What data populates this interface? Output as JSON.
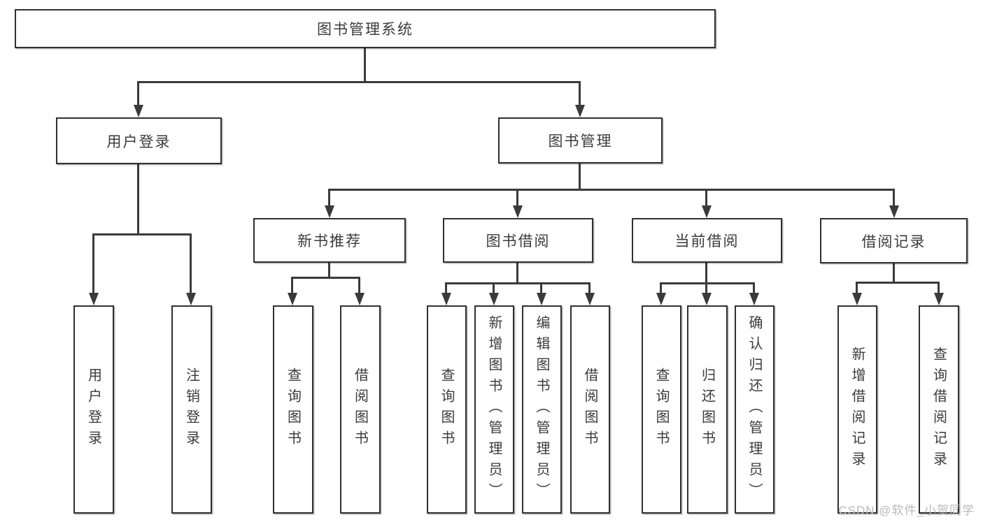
{
  "diagram": {
    "type": "tree",
    "root": {
      "label": "图书管理系统"
    },
    "level2": [
      {
        "label": "用户登录",
        "children_labels": [
          "用户登录",
          "注销登录"
        ]
      },
      {
        "label": "图书管理",
        "children_labels": [
          "新书推荐",
          "图书借阅",
          "当前借阅",
          "借阅记录"
        ]
      }
    ],
    "level3": [
      {
        "label": "新书推荐",
        "children_labels": [
          "查询图书",
          "借阅图书"
        ]
      },
      {
        "label": "图书借阅",
        "children_labels": [
          "查询图书",
          "新增图书（管理员）",
          "编辑图书（管理员）",
          "借阅图书"
        ]
      },
      {
        "label": "当前借阅",
        "children_labels": [
          "查询图书",
          "归还图书",
          "确认归还（管理员）"
        ]
      },
      {
        "label": "借阅记录",
        "children_labels": [
          "新增借阅记录",
          "查询借阅记录"
        ]
      }
    ],
    "leaves": [
      {
        "label": "用户登录"
      },
      {
        "label": "注销登录"
      },
      {
        "label": "查询图书"
      },
      {
        "label": "借阅图书"
      },
      {
        "label": "查询图书"
      },
      {
        "label": "新增图书（管理员）"
      },
      {
        "label": "编辑图书（管理员）"
      },
      {
        "label": "借阅图书"
      },
      {
        "label": "查询图书"
      },
      {
        "label": "归还图书"
      },
      {
        "label": "确认归还（管理员）"
      },
      {
        "label": "新增借阅记录"
      },
      {
        "label": "查询借阅记录"
      }
    ],
    "colors": {
      "line": "#3a3a3a",
      "box_border": "#303030",
      "text": "#3b3b3b",
      "background": "#ffffff",
      "watermark_text": "#b7b9bc"
    }
  },
  "watermark": {
    "text": "CSDN @软件_小贺同学"
  }
}
